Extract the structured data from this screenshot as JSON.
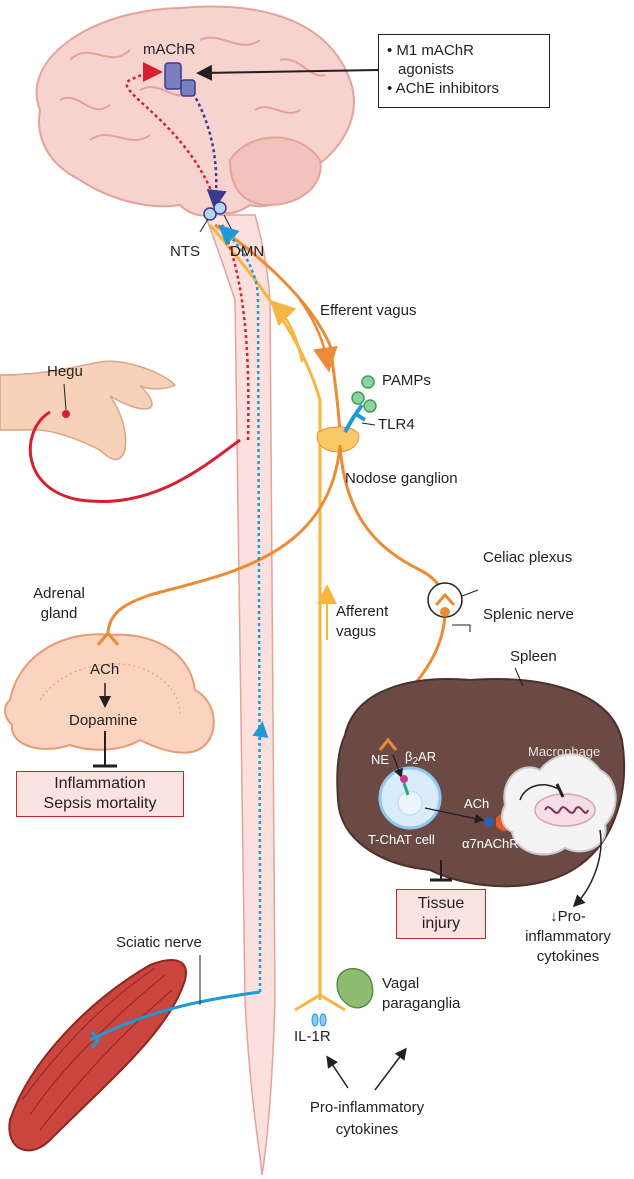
{
  "labels": {
    "machr": "mAChR",
    "nts": "NTS",
    "dmn": "DMN",
    "efferent_vagus": "Efferent vagus",
    "pamps": "PAMPs",
    "tlr4": "TLR4",
    "nodose_ganglion": "Nodose ganglion",
    "hegu": "Hegu",
    "celiac_plexus": "Celiac plexus",
    "splenic_nerve": "Splenic nerve",
    "adrenal_gland_1": "Adrenal",
    "adrenal_gland_2": "gland",
    "ach_adrenal": "ACh",
    "dopamine": "Dopamine",
    "afferent_vagus_1": "Afferent",
    "afferent_vagus_2": "vagus",
    "spleen": "Spleen",
    "macrophage": "Macrophage",
    "ne": "NE",
    "b2ar_beta": "β",
    "b2ar_sub": "2",
    "b2ar_ar": "AR",
    "ach_spleen": "ACh",
    "a7nachr": "α7nAChR",
    "tchat": "T-ChAT cell",
    "pro_cytokines_out_1": "↓Pro-",
    "pro_cytokines_out_2": "inflammatory",
    "pro_cytokines_out_3": "cytokines",
    "sciatic_nerve": "Sciatic nerve",
    "vagal_paraganglia_1": "Vagal",
    "vagal_paraganglia_2": "paraganglia",
    "il1r": "IL-1R",
    "pro_cytokines_in_1": "Pro-inflammatory",
    "pro_cytokines_in_2": "cytokines"
  },
  "drug_box": {
    "line1": "• M1 mAChR",
    "line2": "agonists",
    "line3": "• AChE inhibitors"
  },
  "outcome_boxes": {
    "inflammation_1": "Inflammation",
    "inflammation_2": "Sepsis mortality",
    "tissue_1": "Tissue",
    "tissue_2": "injury"
  },
  "colors": {
    "efferent": "#ee8a34",
    "afferent": "#f7b541",
    "acupuncture": "#d71f33",
    "sciatic": "#1f9ad6",
    "central": "#3c3a8f",
    "brain": "#f6d3cf",
    "spleen": "#6b4a45"
  }
}
